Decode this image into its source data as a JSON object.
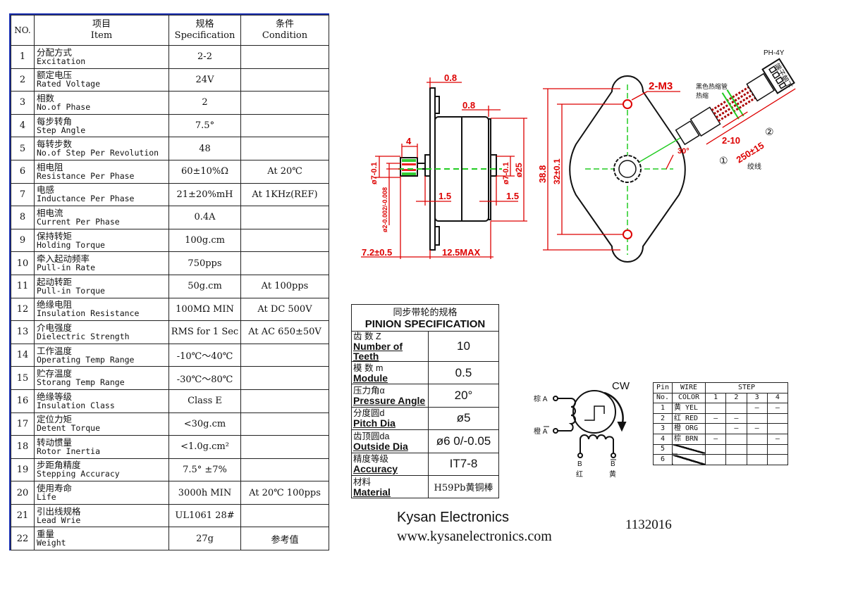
{
  "spec_table": {
    "headers": {
      "no": "NO.",
      "item_zh": "项目",
      "item_en": "Item",
      "spec_zh": "规格",
      "spec_en": "Specification",
      "cond_zh": "条件",
      "cond_en": "Condition"
    },
    "rows": [
      {
        "no": "1",
        "zh": "分配方式",
        "en": "Excitation",
        "spec": "2-2",
        "cond": ""
      },
      {
        "no": "2",
        "zh": "额定电压",
        "en": "Rated Voltage",
        "spec": "24V",
        "cond": ""
      },
      {
        "no": "3",
        "zh": "相数",
        "en": "No.of Phase",
        "spec": "2",
        "cond": ""
      },
      {
        "no": "4",
        "zh": "每步转角",
        "en": "Step Angle",
        "spec": "7.5°",
        "cond": ""
      },
      {
        "no": "5",
        "zh": "每转步数",
        "en": "No.of Step Per Revolution",
        "spec": "48",
        "cond": ""
      },
      {
        "no": "6",
        "zh": "相电阻",
        "en": "Resistance Per Phase",
        "spec": "60±10%Ω",
        "cond": "At 20℃"
      },
      {
        "no": "7",
        "zh": "电感",
        "en": "Inductance Per Phase",
        "spec": "21±20%mH",
        "cond": "At 1KHz(REF)"
      },
      {
        "no": "8",
        "zh": "相电流",
        "en": "Current Per Phase",
        "spec": "0.4A",
        "cond": ""
      },
      {
        "no": "9",
        "zh": "保持转矩",
        "en": "Holding Torque",
        "spec": "100g.cm",
        "cond": ""
      },
      {
        "no": "10",
        "zh": "牵入起动频率",
        "en": "Pull-in Rate",
        "spec": "750pps",
        "cond": ""
      },
      {
        "no": "11",
        "zh": "起动转距",
        "en": "Pull-in Torque",
        "spec": "50g.cm",
        "cond": "At 100pps"
      },
      {
        "no": "12",
        "zh": "绝缘电阻",
        "en": "Insulation Resistance",
        "spec": "100MΩ MIN",
        "cond": "At DC 500V"
      },
      {
        "no": "13",
        "zh": "介电强度",
        "en": "Dielectric Strength",
        "spec": "RMS for 1 Sec",
        "cond": "At AC 650±50V"
      },
      {
        "no": "14",
        "zh": "工作温度",
        "en": "Operating Temp Range",
        "spec": "-10℃～40℃",
        "cond": ""
      },
      {
        "no": "15",
        "zh": "贮存温度",
        "en": "Storang Temp Range",
        "spec": "-30℃～80℃",
        "cond": ""
      },
      {
        "no": "16",
        "zh": "绝缘等级",
        "en": "Insulation Class",
        "spec": "Class E",
        "cond": ""
      },
      {
        "no": "17",
        "zh": "定位力矩",
        "en": "Detent Torque",
        "spec": "<30g.cm",
        "cond": ""
      },
      {
        "no": "18",
        "zh": "转动惯量",
        "en": "Rotor Inertia",
        "spec": "<1.0g.cm²",
        "cond": ""
      },
      {
        "no": "19",
        "zh": "步距角精度",
        "en": "Stepping Accuracy",
        "spec": "7.5° ±7%",
        "cond": ""
      },
      {
        "no": "20",
        "zh": "使用寿命",
        "en": "Life",
        "spec": "3000h MIN",
        "cond": "At 20℃ 100pps"
      },
      {
        "no": "21",
        "zh": "引出线规格",
        "en": "Lead Wrie",
        "spec": "UL1061  28#",
        "cond": ""
      },
      {
        "no": "22",
        "zh": "重量",
        "en": "Weight",
        "spec": "27g",
        "cond": "参考值"
      }
    ]
  },
  "drawing": {
    "side": {
      "d_plate": "0.8",
      "d_end": "0.8",
      "d_pinion_len": "4",
      "d_boss_front": "ø7-0.1",
      "d_shaft": "ø2-0.002/-0.008",
      "d_boss_rear": "ø7-0.1",
      "d_body": "ø25",
      "d_boss_h1": "1.5",
      "d_boss_h2": "1.5",
      "d_shaft_len": "7.2±0.5",
      "d_body_len": "12.5MAX"
    },
    "front": {
      "holes": "2-M3",
      "d_overall": "38.8",
      "d_holes": "32±0.1",
      "angle": "30°",
      "connector": "PH-4Y",
      "sleeve_zh": "黑色热缩管",
      "sleeve_zh2": "热缩",
      "connector_note": "端子朝下",
      "strip": "2-10",
      "lead_len": "250±15",
      "twisted": "绞线",
      "mark1": "①",
      "mark2": "②"
    }
  },
  "pinion": {
    "title_zh": "同步带轮的规格",
    "title_en": "PINION SPECIFICATION",
    "rows": [
      {
        "zh": "齿 数 Z",
        "en": "Number of Teeth",
        "value": "10"
      },
      {
        "zh": "模 数 m",
        "en": "Module",
        "value": "0.5"
      },
      {
        "zh": "压力角α",
        "en": "Pressure Angle",
        "value": "20°"
      },
      {
        "zh": "分度圆d",
        "en": "Pitch Dia",
        "value": "ø5"
      },
      {
        "zh": "齿顶圆da",
        "en": "Outside Dia",
        "value": "ø6 0/-0.05"
      },
      {
        "zh": "精度等级",
        "en": "Accuracy",
        "value": "IT7-8"
      },
      {
        "zh": "材料",
        "en": "Material",
        "value": "H59Pb黄铜棒"
      }
    ]
  },
  "schematic": {
    "direction": "CW",
    "a_label": "棕 A",
    "abar_label": "橙 A",
    "b_label": "B",
    "b_color": "红",
    "bbar_label": "B",
    "bbar_color": "黄"
  },
  "wire_table": {
    "h_pin": "Pin",
    "h_no": "No.",
    "h_wire": "WIRE",
    "h_color": "COLOR",
    "h_step": "STEP",
    "steps": [
      "1",
      "2",
      "3",
      "4"
    ],
    "rows": [
      {
        "pin": "1",
        "color": "黄 YEL",
        "marks": [
          "",
          "",
          "–",
          "–"
        ]
      },
      {
        "pin": "2",
        "color": "红 RED",
        "marks": [
          "–",
          "–",
          "",
          ""
        ]
      },
      {
        "pin": "3",
        "color": "橙 ORG",
        "marks": [
          "",
          "–",
          "–",
          ""
        ]
      },
      {
        "pin": "4",
        "color": "棕 BRN",
        "marks": [
          "–",
          "",
          "",
          "–"
        ]
      },
      {
        "pin": "5",
        "color": "",
        "marks": [
          "",
          "",
          "",
          ""
        ]
      },
      {
        "pin": "6",
        "color": "",
        "marks": [
          "",
          "",
          "",
          ""
        ]
      }
    ]
  },
  "footer": {
    "company": "Kysan Electronics",
    "website": "www.kysanelectronics.com",
    "part_no": "1132016"
  }
}
